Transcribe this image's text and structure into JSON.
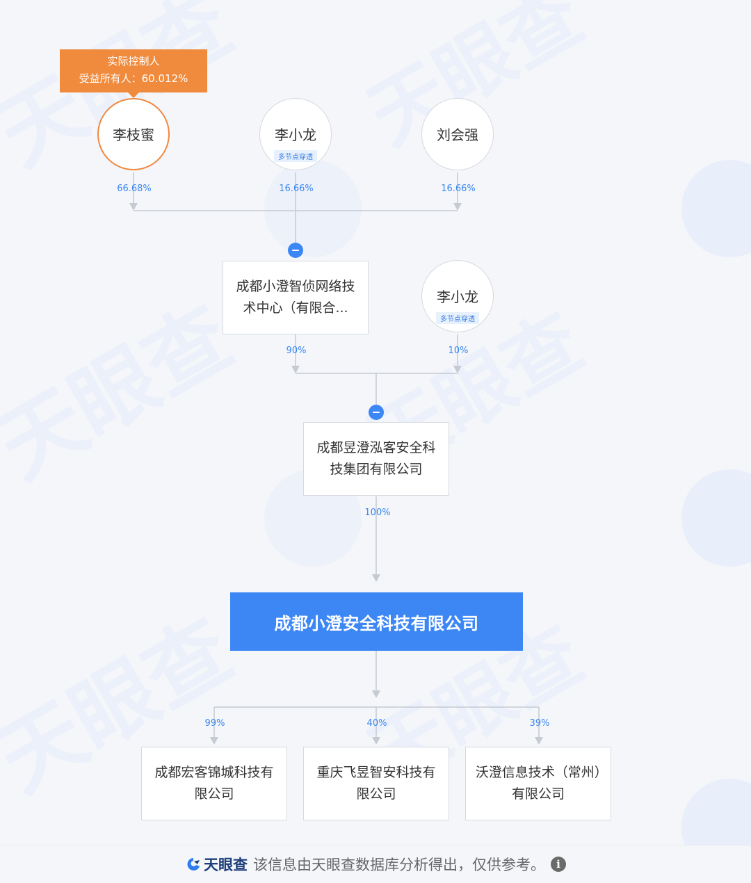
{
  "badge": {
    "line1": "实际控制人",
    "line2": "受益所有人：60.012%"
  },
  "shareholders_top": [
    {
      "name": "李枝蜜",
      "pct": "66.68%",
      "actual_controller": true
    },
    {
      "name": "李小龙",
      "pct": "16.66%",
      "tag": "多节点穿透"
    },
    {
      "name": "刘会强",
      "pct": "16.66%"
    }
  ],
  "mid_entity": {
    "name": "成都小澄智侦网络技术中心（有限合...",
    "pct": "90%"
  },
  "mid_person": {
    "name": "李小龙",
    "pct": "10%",
    "tag": "多节点穿透"
  },
  "group_company": {
    "name": "成都昱澄泓客安全科技集团有限公司",
    "pct": "100%"
  },
  "main_company": {
    "name": "成都小澄安全科技有限公司"
  },
  "subsidiaries": [
    {
      "name": "成都宏客锦城科技有限公司",
      "pct": "99%"
    },
    {
      "name": "重庆飞昱智安科技有限公司",
      "pct": "40%"
    },
    {
      "name": "沃澄信息技术（常州）有限公司",
      "pct": "39%"
    }
  ],
  "footer": {
    "brand": "天眼查",
    "note": "该信息由天眼查数据库分析得出，仅供参考。",
    "info_icon": "i"
  },
  "colors": {
    "accent": "#3d87f5",
    "controller": "#f08a3c",
    "line": "#c5cad3",
    "percent": "#3b86f0"
  }
}
